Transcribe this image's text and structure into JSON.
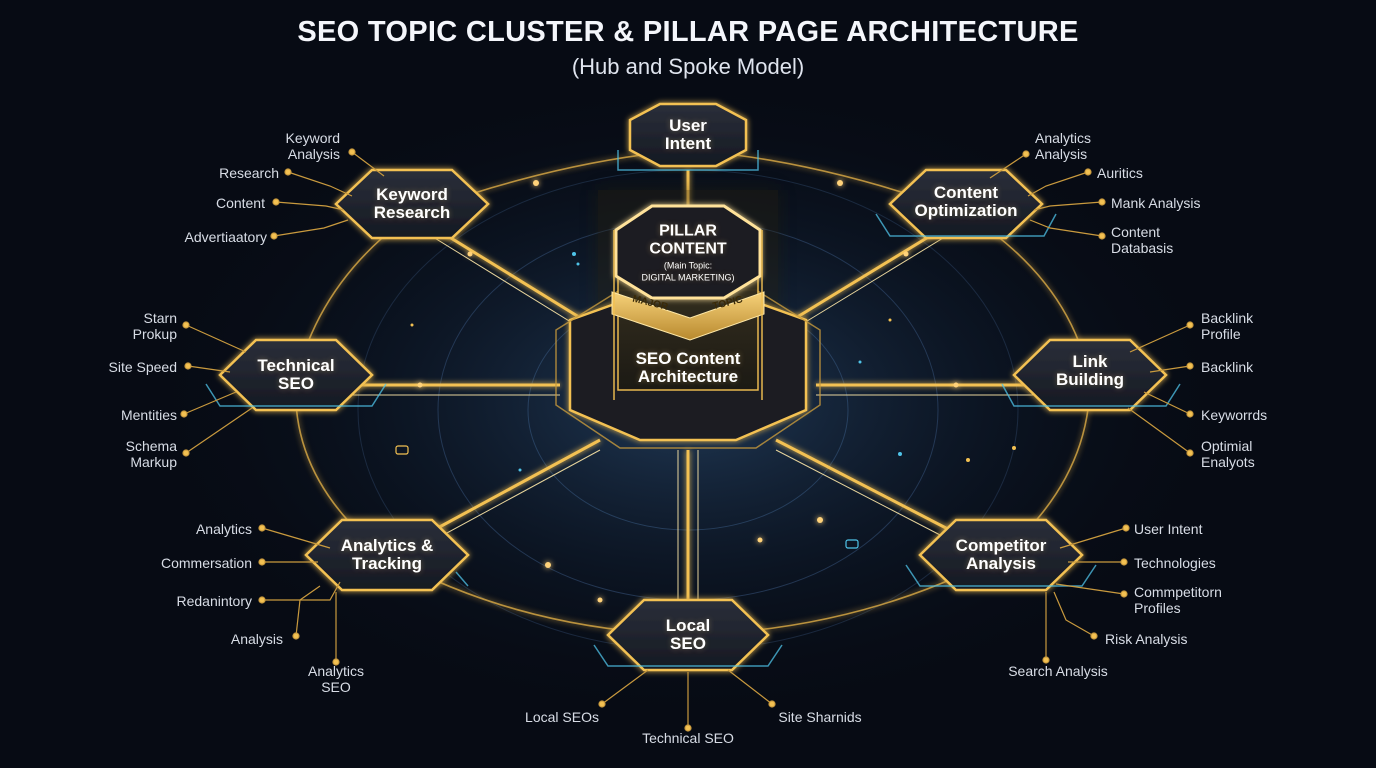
{
  "title": "SEO TOPIC CLUSTER & PILLAR PAGE ARCHITECTURE",
  "subtitle": "(Hub and Spoke Model)",
  "pillar": {
    "line1": "PILLAR",
    "line2": "CONTENT",
    "main_topic_line1": "(Main Topic:",
    "main_topic_line2": "DIGITAL MARKETING)",
    "band_left": "MAJOR",
    "band_right": "TOPIC",
    "base_label": "SEO Content\nArchitecture"
  },
  "spokes": {
    "user_intent": "User\nIntent",
    "keyword_research": "Keyword\nResearch",
    "content_optimization": "Content\nOptimization",
    "technical_seo": "Technical\nSEO",
    "link_building": "Link\nBuilding",
    "analytics_tracking": "Analytics &\nTracking",
    "competitor_analysis": "Competitor\nAnalysis",
    "local_seo": "Local\nSEO"
  },
  "labels": {
    "kw_1": "Keyword\nAnalysis",
    "kw_2": "Research",
    "kw_3": "Content",
    "kw_4": "Advertiaatory",
    "co_1": "Analytics\nAnalysis",
    "co_2": "Auritics",
    "co_3": "Mank Analysis",
    "co_4": "Content\nDatabasis",
    "ts_1": "Starn\nProkup",
    "ts_2": "Site Speed",
    "ts_3": "Mentities",
    "ts_4": "Schema\nMarkup",
    "lb_1": "Backlink\nProfile",
    "lb_2": "Backlink",
    "lb_3": "Keyworrds",
    "lb_4": "Optimial\nEnalyots",
    "at_1": "Analytics",
    "at_2": "Commersation",
    "at_3": "Redanintory",
    "at_4": "Analysis",
    "at_5": "Analytics\nSEO",
    "ca_1": "User Intent",
    "ca_2": "Technologies",
    "ca_3": "Commpetitorn\nProfiles",
    "ca_4": "Risk Analysis",
    "ca_5": "Search Analysis",
    "ls_1": "Local SEOs",
    "ls_2": "Technical SEO",
    "ls_3": "Site Sharnids"
  },
  "colors": {
    "background": "#070b14",
    "gold": "#f3c152",
    "gold_bright": "#ffe9a8",
    "cyan": "#4fc3e8",
    "label_text": "#d8dde6"
  }
}
